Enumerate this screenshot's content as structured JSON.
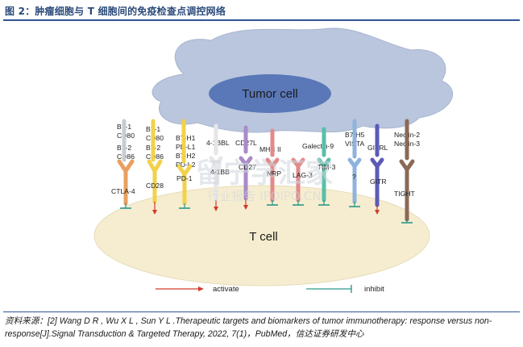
{
  "figure": {
    "title": "图 2：肿瘤细胞与 T 细胞间的免疫检查点调控网络"
  },
  "cells": {
    "tumor": "Tumor cell",
    "tcell": "T cell"
  },
  "ligands": [
    {
      "id": "l1",
      "lines": [
        "B7-1",
        "CD80",
        "",
        "B7-2",
        "CD86"
      ],
      "color": "#c8ccd0"
    },
    {
      "id": "l2",
      "lines": [
        "B7-1",
        "CD80",
        "B7-2",
        "CD86"
      ],
      "color": "#f2d24a"
    },
    {
      "id": "l3",
      "lines": [
        "B7-H1",
        "PD-L1",
        "B7-H2",
        "PD-L2"
      ],
      "color": "#f2d24a"
    },
    {
      "id": "l4",
      "lines": [
        "4-1BBL"
      ],
      "color": "#e6e6e6"
    },
    {
      "id": "l5",
      "lines": [
        "CD27L"
      ],
      "color": "#a98bc9"
    },
    {
      "id": "l6",
      "lines": [
        "MHC II"
      ],
      "color": "#e28a8a"
    },
    {
      "id": "l7",
      "lines": [
        "Galectin-9"
      ],
      "color": "#59bfa9"
    },
    {
      "id": "l8",
      "lines": [
        "B7-H5",
        "VISTA"
      ],
      "color": "#8fb3dd"
    },
    {
      "id": "l9",
      "lines": [
        "GITRL"
      ],
      "color": "#5c5ab8"
    },
    {
      "id": "l10",
      "lines": [
        "Nectin-2",
        "Nectin-3"
      ],
      "color": "#8a6a55"
    }
  ],
  "receptors": [
    {
      "id": "r1",
      "label": "CTLA-4",
      "color": "#e8a060",
      "effect": "inhibit"
    },
    {
      "id": "r2",
      "label": "CD28",
      "color": "#f2d24a",
      "effect": "activate"
    },
    {
      "id": "r3",
      "label": "PD-1",
      "color": "#f2d24a",
      "effect": "inhibit"
    },
    {
      "id": "r4",
      "label": "4-1BB",
      "color": "#e6e6e6",
      "effect": "activate"
    },
    {
      "id": "r5",
      "label": "CD27",
      "color": "#a98bc9",
      "effect": "activate"
    },
    {
      "id": "r6",
      "label": "NRP",
      "color": "#e28a8a",
      "effect": "inhibit"
    },
    {
      "id": "r7",
      "label": "LAG-3",
      "color": "#e28a8a",
      "effect": "inhibit"
    },
    {
      "id": "r8",
      "label": "TIM-3",
      "color": "#59bfa9",
      "effect": "inhibit"
    },
    {
      "id": "r9",
      "label": "?",
      "color": "#8fb3dd",
      "effect": "inhibit"
    },
    {
      "id": "r10",
      "label": "GITR",
      "color": "#5c5ab8",
      "effect": "activate"
    },
    {
      "id": "r11",
      "label": "TIGHT",
      "color": "#8a6a55",
      "effect": "inhibit"
    }
  ],
  "legend": {
    "activate": "activate",
    "inhibit": "inhibit"
  },
  "watermark": {
    "main": "留宁学汇家",
    "sub": "行业报告 IPOIPO.CN"
  },
  "colors": {
    "tumor_fill": "#b9c6dd",
    "nucleus_fill": "#5a78b8",
    "tcell_fill": "#f6edd0",
    "activate": "#d23a2a",
    "inhibit": "#2a9a8a"
  },
  "source": {
    "label": "资料来源：",
    "text": "[2] Wang D R , Wu X L , Sun Y L .Therapeutic targets and biomarkers of tumor immunotherapy: response versus non-response[J].Signal Transduction & Targeted Therapy, 2022, 7(1)，PubMed，",
    "org": "信达证券研发中心"
  }
}
